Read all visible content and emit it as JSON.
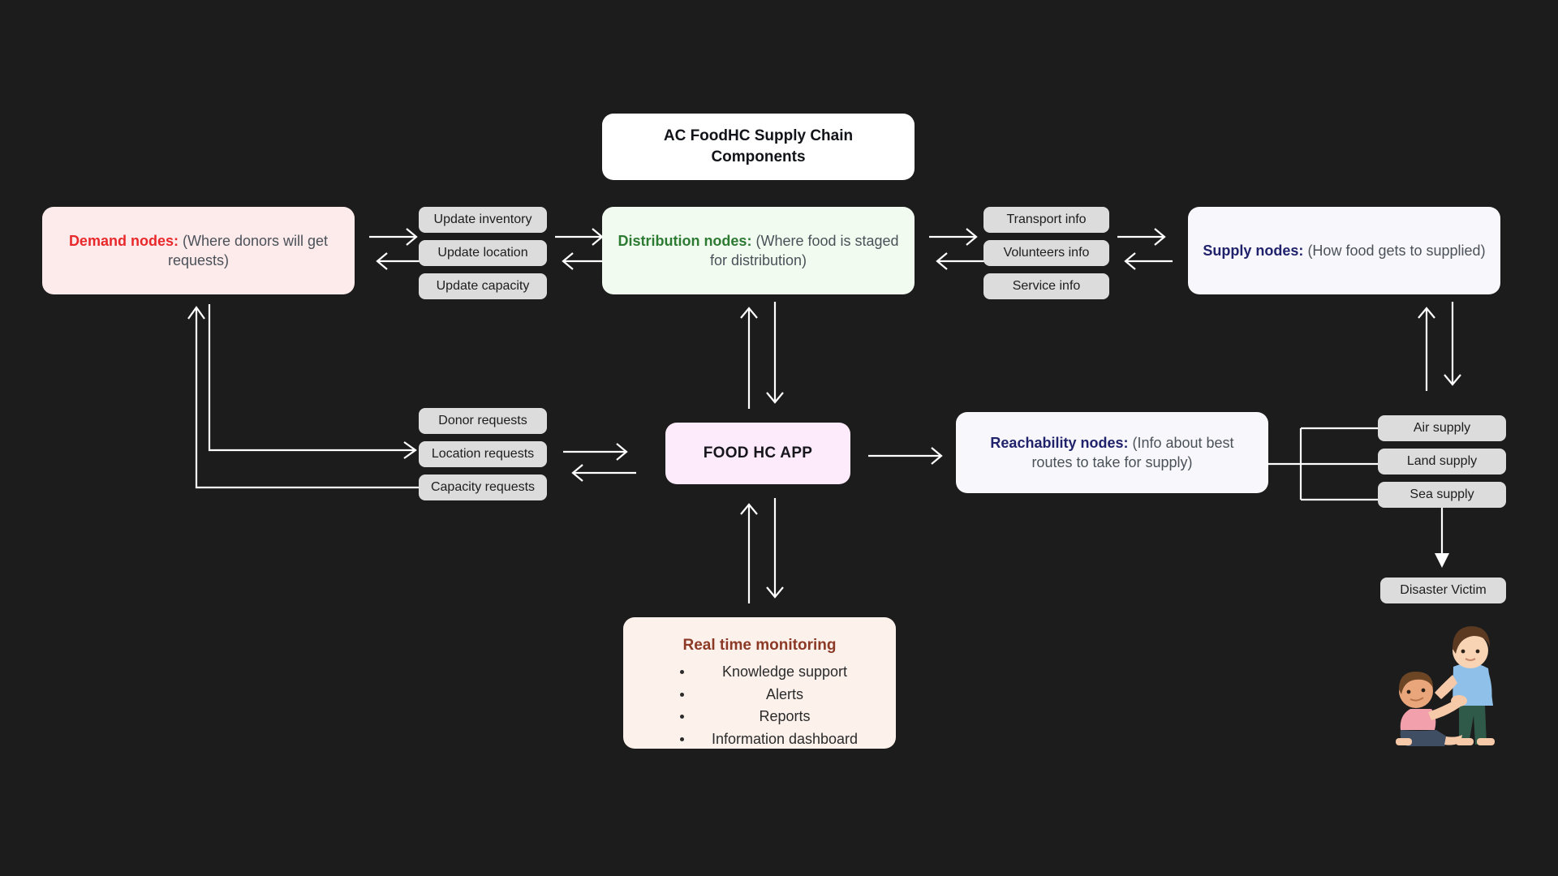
{
  "diagram": {
    "title": "AC FoodHC Supply Chain Components",
    "background_color": "#1c1c1c"
  },
  "nodes": {
    "demand": {
      "lead": "Demand nodes:",
      "rest": " (Where donors will get requests)",
      "lead_color": "#e8282b",
      "bg_color": "#fdeaea"
    },
    "distribution": {
      "lead": "Distribution nodes:",
      "rest": " (Where food is staged for distribution)",
      "lead_color": "#2d7a33",
      "bg_color": "#f2fbf0"
    },
    "supply": {
      "lead": "Supply nodes:",
      "rest": " (How food gets to supplied)",
      "lead_color": "#20226b",
      "bg_color": "#f8f8fc"
    },
    "reachability": {
      "lead": "Reachability nodes:",
      "rest": " (Info about best routes to take for supply)",
      "lead_color": "#20226b",
      "bg_color": "#f8f8fc"
    },
    "app": {
      "label": "FOOD HC APP",
      "bg_color": "#fdeafa"
    },
    "monitoring": {
      "title": "Real time monitoring",
      "title_color": "#8c3a26",
      "bg_color": "#fdf1ec",
      "items": [
        "Knowledge support",
        "Alerts",
        "Reports",
        "Information dashboard"
      ]
    }
  },
  "chips": {
    "updates": [
      "Update inventory",
      "Update location",
      "Update capacity"
    ],
    "info": [
      "Transport info",
      "Volunteers info",
      "Service info"
    ],
    "requests": [
      "Donor requests",
      "Location requests",
      "Capacity requests"
    ],
    "supply_modes": [
      "Air supply",
      "Land supply",
      "Sea supply"
    ],
    "victim": "Disaster Victim"
  },
  "illustration": {
    "name": "two-people-helping-illustration",
    "description": "standing child helping a seated child up"
  }
}
